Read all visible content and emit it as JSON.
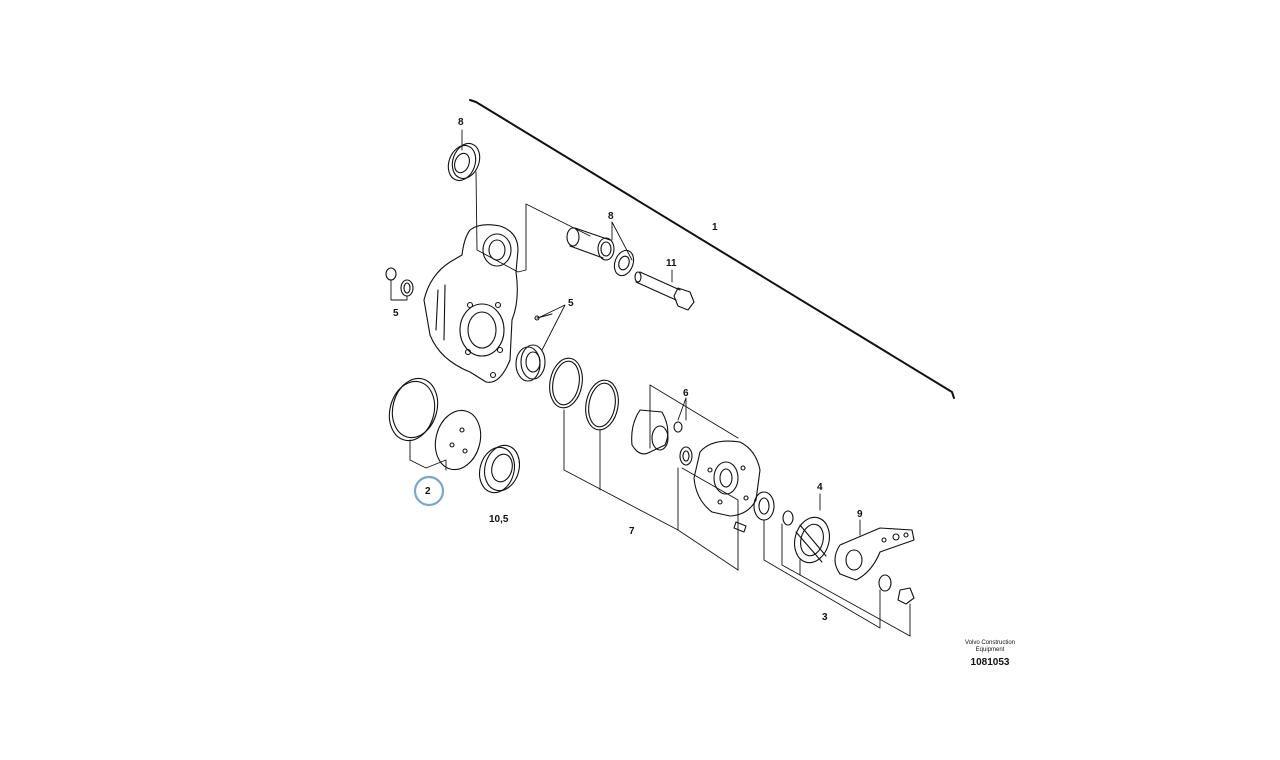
{
  "diagram": {
    "callouts": {
      "c1": "1",
      "c2": "2",
      "c3": "3",
      "c4": "4",
      "c5a": "5",
      "c5b": "5",
      "c6": "6",
      "c7": "7",
      "c8a": "8",
      "c8b": "8",
      "c9": "9",
      "c10": "10,5",
      "c11": "11"
    },
    "highlight_color": "#7aa6cc",
    "line_color": "#111111"
  },
  "caption": {
    "maker": "Volvo Construction Equipment",
    "number": "1081053"
  }
}
